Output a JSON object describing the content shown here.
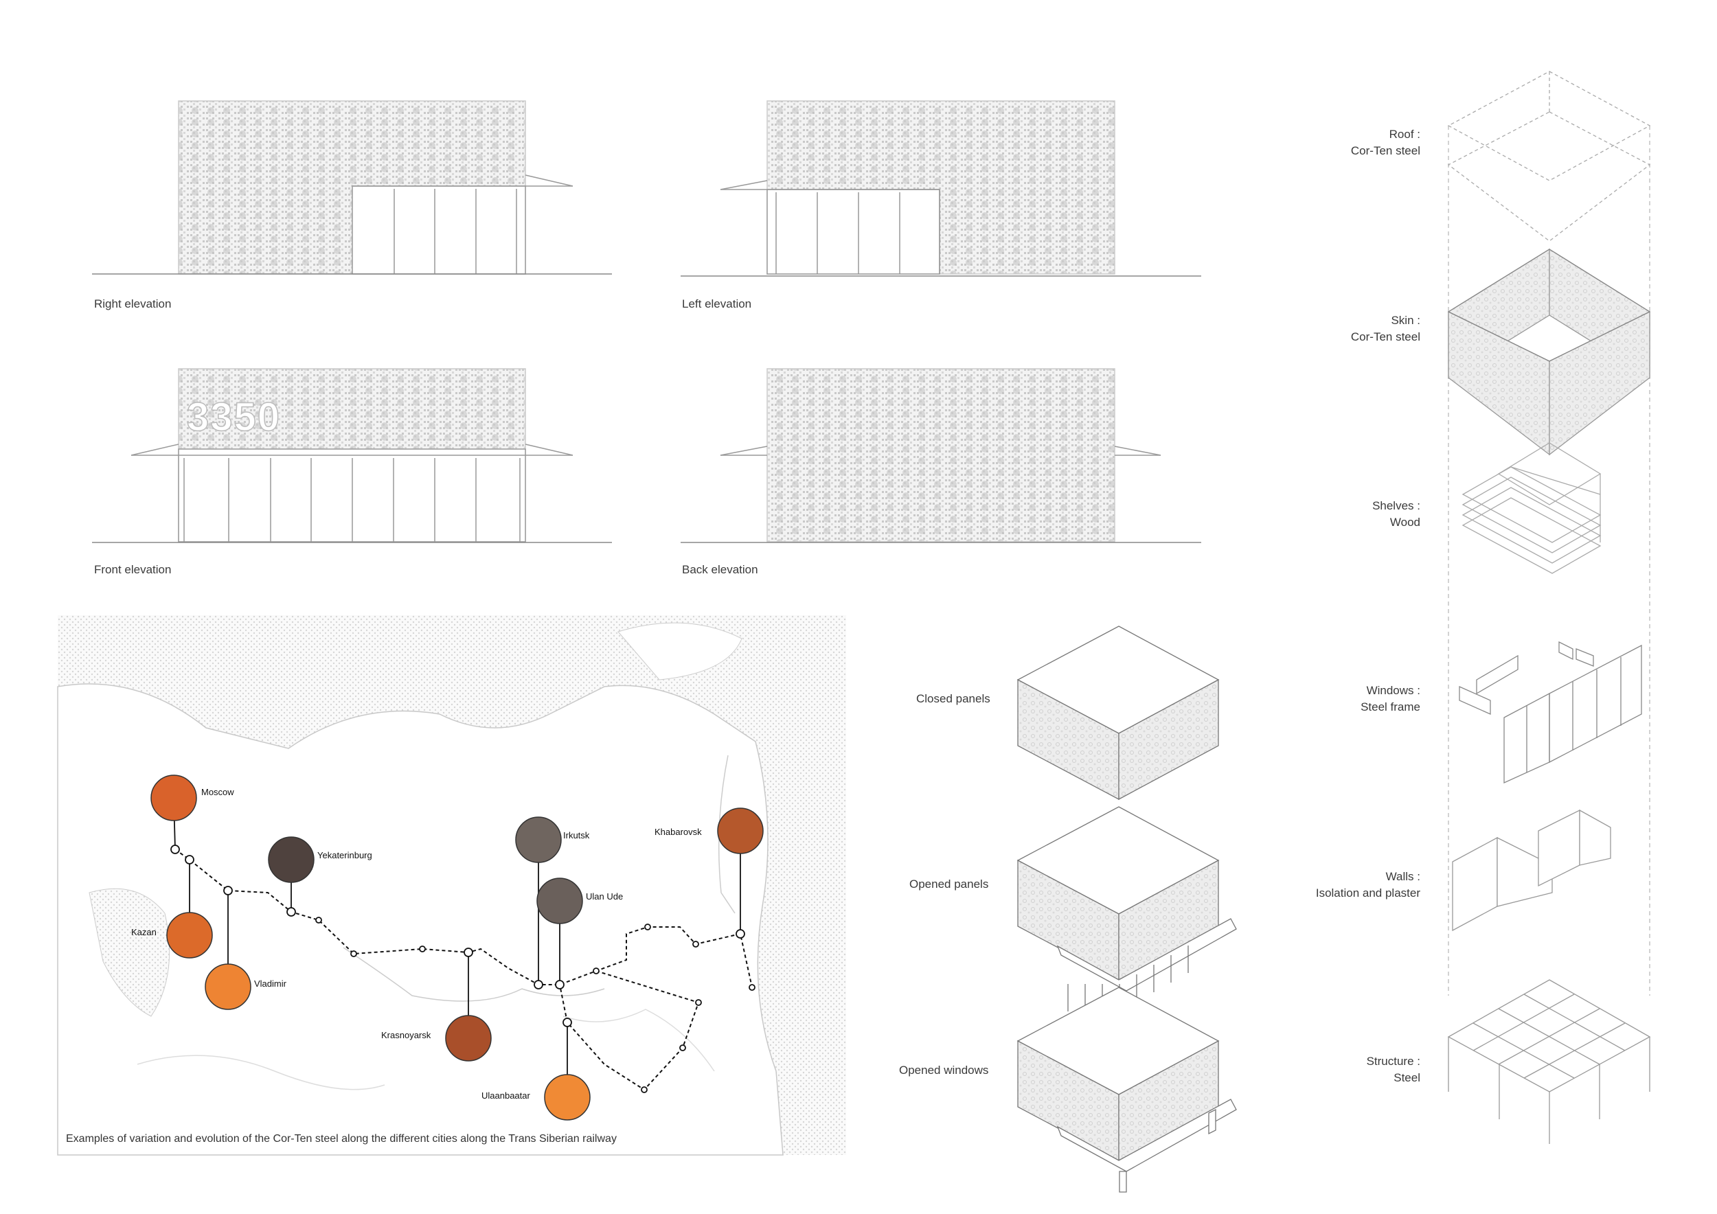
{
  "elevations": [
    {
      "label": "Right elevation"
    },
    {
      "label": "Left elevation"
    },
    {
      "label": "Front elevation",
      "facade_number": "3350"
    },
    {
      "label": "Back elevation"
    }
  ],
  "map": {
    "caption": "Examples of variation and evolution of the Cor-Ten steel along the different cities along the Trans Siberian railway",
    "cities": [
      {
        "name": "Moscow",
        "color": "#d9622b"
      },
      {
        "name": "Kazan",
        "color": "#dc6a2a"
      },
      {
        "name": "Vladimir",
        "color": "#ee8433"
      },
      {
        "name": "Yekaterinburg",
        "color": "#4f423e"
      },
      {
        "name": "Krasnoyarsk",
        "color": "#a94f2a"
      },
      {
        "name": "Irkutsk",
        "color": "#6f655f"
      },
      {
        "name": "Ulan Ude",
        "color": "#6a605b"
      },
      {
        "name": "Ulaanbaatar",
        "color": "#f08a35"
      },
      {
        "name": "Khabarovsk",
        "color": "#b5582c"
      }
    ]
  },
  "panel_states": [
    {
      "label": "Closed panels"
    },
    {
      "label": "Opened panels"
    },
    {
      "label": "Opened windows"
    }
  ],
  "exploded_axonometry": [
    {
      "component": "Roof :",
      "material": "Cor-Ten steel"
    },
    {
      "component": "Skin :",
      "material": "Cor-Ten steel"
    },
    {
      "component": "Shelves :",
      "material": "Wood"
    },
    {
      "component": "Windows :",
      "material": "Steel frame"
    },
    {
      "component": "Walls :",
      "material": "Isolation and plaster"
    },
    {
      "component": "Structure :",
      "material": "Steel"
    }
  ]
}
